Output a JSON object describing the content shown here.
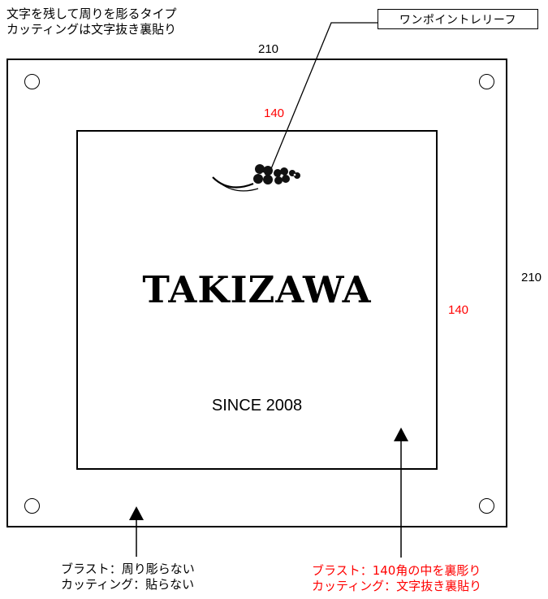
{
  "top_note": {
    "line1": "文字を残して周りを彫るタイプ",
    "line2": "カッティングは文字抜き裏貼り"
  },
  "callout_label": "ワンポイントレリーフ",
  "dimensions": {
    "outer_width": "210",
    "outer_height": "210",
    "inner_width": "140",
    "inner_height": "140"
  },
  "plate": {
    "name": "TAKIZAWA",
    "since": "SINCE 2008",
    "motif_icon": "clover-flower-icon"
  },
  "bottom_left_note": {
    "line1": "ブラスト：周り彫らない",
    "line2": "カッティング：貼らない"
  },
  "bottom_right_note": {
    "line1": "ブラスト：140角の中を裏彫り",
    "line2": "カッティング：文字抜き裏貼り"
  },
  "colors": {
    "accent_red": "#ff0000",
    "line": "#000000"
  }
}
